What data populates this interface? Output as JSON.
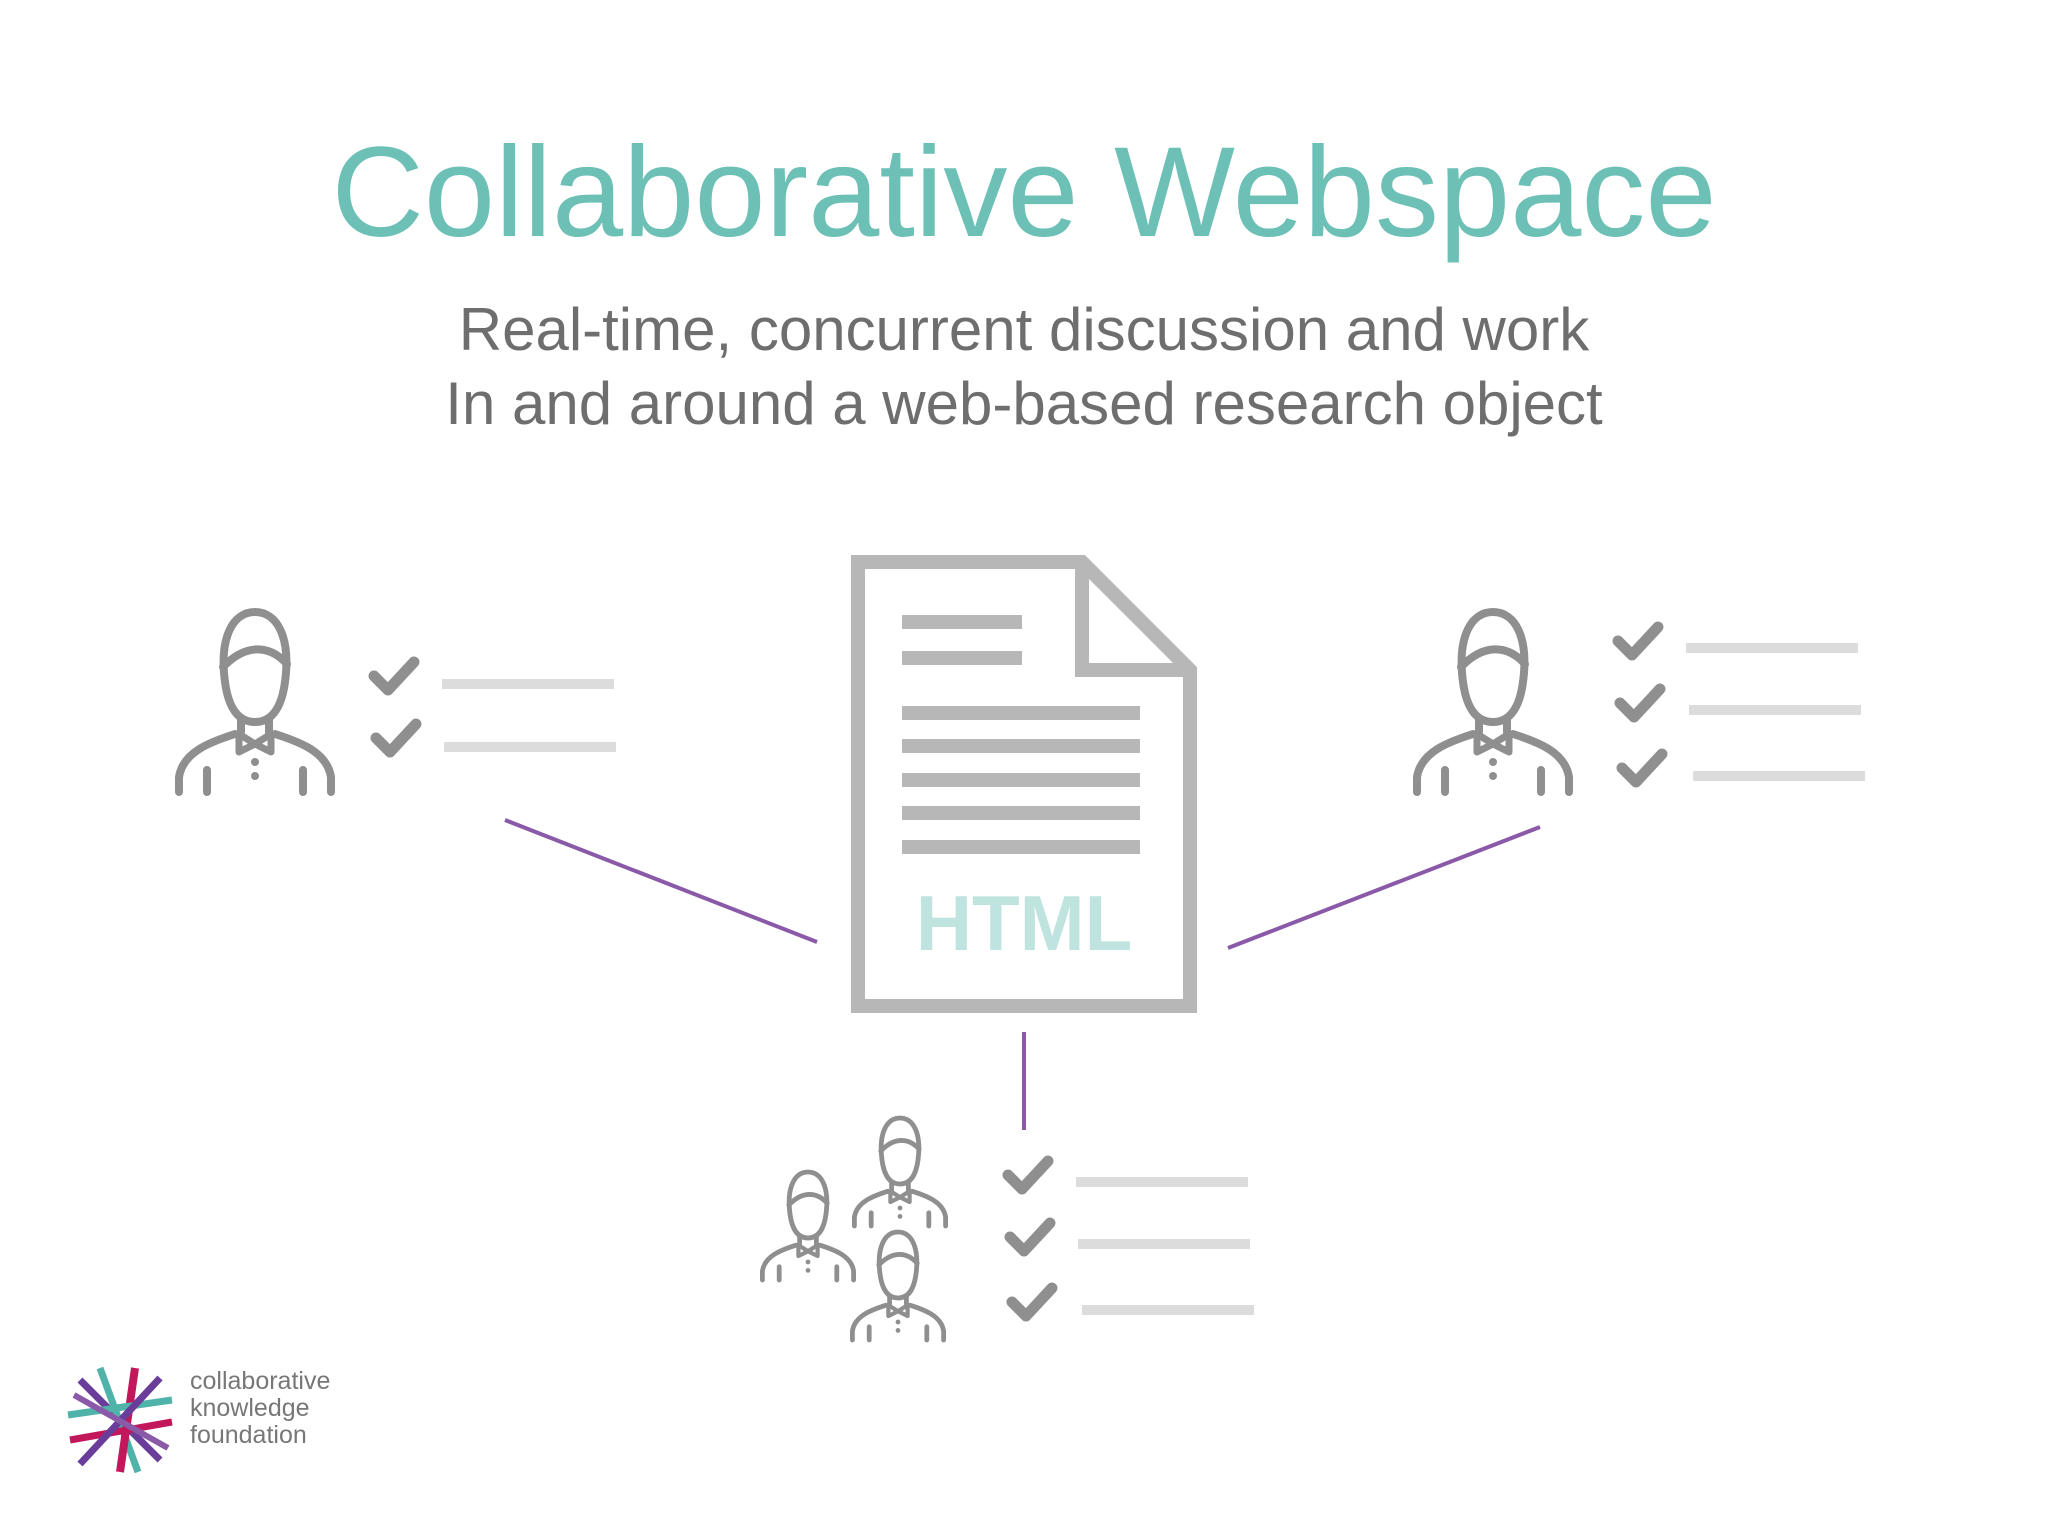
{
  "slide": {
    "title": "Collaborative Webspace",
    "subtitle_line1": "Real-time, concurrent discussion and work",
    "subtitle_line2": "In and around a web-based research object"
  },
  "document": {
    "label": "HTML",
    "icon": "html-document-icon"
  },
  "participants": {
    "left": {
      "icon": "person-icon",
      "checklist_items": 2
    },
    "right": {
      "icon": "person-icon",
      "checklist_items": 3
    },
    "bottom": {
      "icon": "group-icon",
      "members": 3,
      "checklist_items": 3
    }
  },
  "logo": {
    "line1": "collaborative",
    "line2": "knowledge",
    "line3": "foundation"
  },
  "colors": {
    "title": "#6cc0b6",
    "subtitle": "#6e6e6e",
    "icon_gray": "#8f8f8f",
    "line_gray": "#dcdcdc",
    "connector": "#8a5aa8",
    "html_label": "#bfe4e0",
    "logo_magenta": "#c2185b",
    "logo_purple": "#6a3d9a",
    "logo_teal": "#4fb3a9"
  }
}
